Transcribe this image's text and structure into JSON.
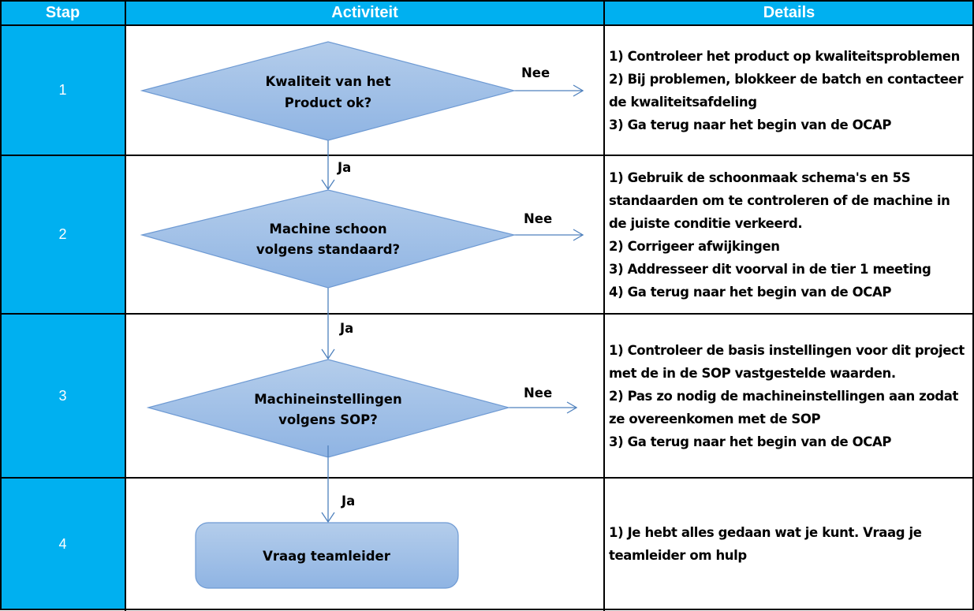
{
  "header": {
    "step": "Stap",
    "activity": "Activiteit",
    "details": "Details"
  },
  "colors": {
    "header_bg": "#00B0F0",
    "step_bg": "#00B0F0",
    "shape_fill_top": "#B4CDEB",
    "shape_fill_bottom": "#8FB4E3",
    "shape_stroke": "#6E9AD3",
    "connector": "#4F81BD"
  },
  "rows": [
    {
      "step": "1",
      "shape": "decision",
      "question_lines": [
        "Kwaliteit van het",
        "Product ok?"
      ],
      "no_label": "Nee",
      "yes_label": "Ja",
      "details": [
        "1) Controleer het product op kwaliteitsproblemen",
        "2) Bij problemen, blokkeer de batch en contacteer",
        "de kwaliteitsafdeling",
        "3) Ga terug naar het begin van de OCAP"
      ]
    },
    {
      "step": "2",
      "shape": "decision",
      "question_lines": [
        "Machine schoon",
        "volgens standaard?"
      ],
      "no_label": "Nee",
      "yes_label": "Ja",
      "details": [
        "1) Gebruik de schoonmaak schema's en 5S",
        "standaarden om te controleren of de machine in",
        "de juiste conditie verkeerd.",
        "2) Corrigeer afwijkingen",
        "3) Addresseer dit voorval in de tier 1 meeting",
        "4) Ga terug naar het begin van de OCAP"
      ]
    },
    {
      "step": "3",
      "shape": "decision",
      "question_lines": [
        "Machineinstellingen",
        "volgens SOP?"
      ],
      "no_label": "Nee",
      "yes_label": "Ja",
      "details": [
        "1) Controleer de basis instellingen voor dit project",
        "met de in de SOP vastgestelde waarden.",
        "2) Pas zo nodig de machineinstellingen aan zodat",
        "ze overeenkomen met de SOP",
        "3) Ga terug naar het begin van de OCAP"
      ]
    },
    {
      "step": "4",
      "shape": "process",
      "question_lines": [
        "Vraag teamleider"
      ],
      "details": [
        "1) Je hebt alles gedaan wat je kunt. Vraag je",
        "teamleider om hulp"
      ]
    }
  ]
}
